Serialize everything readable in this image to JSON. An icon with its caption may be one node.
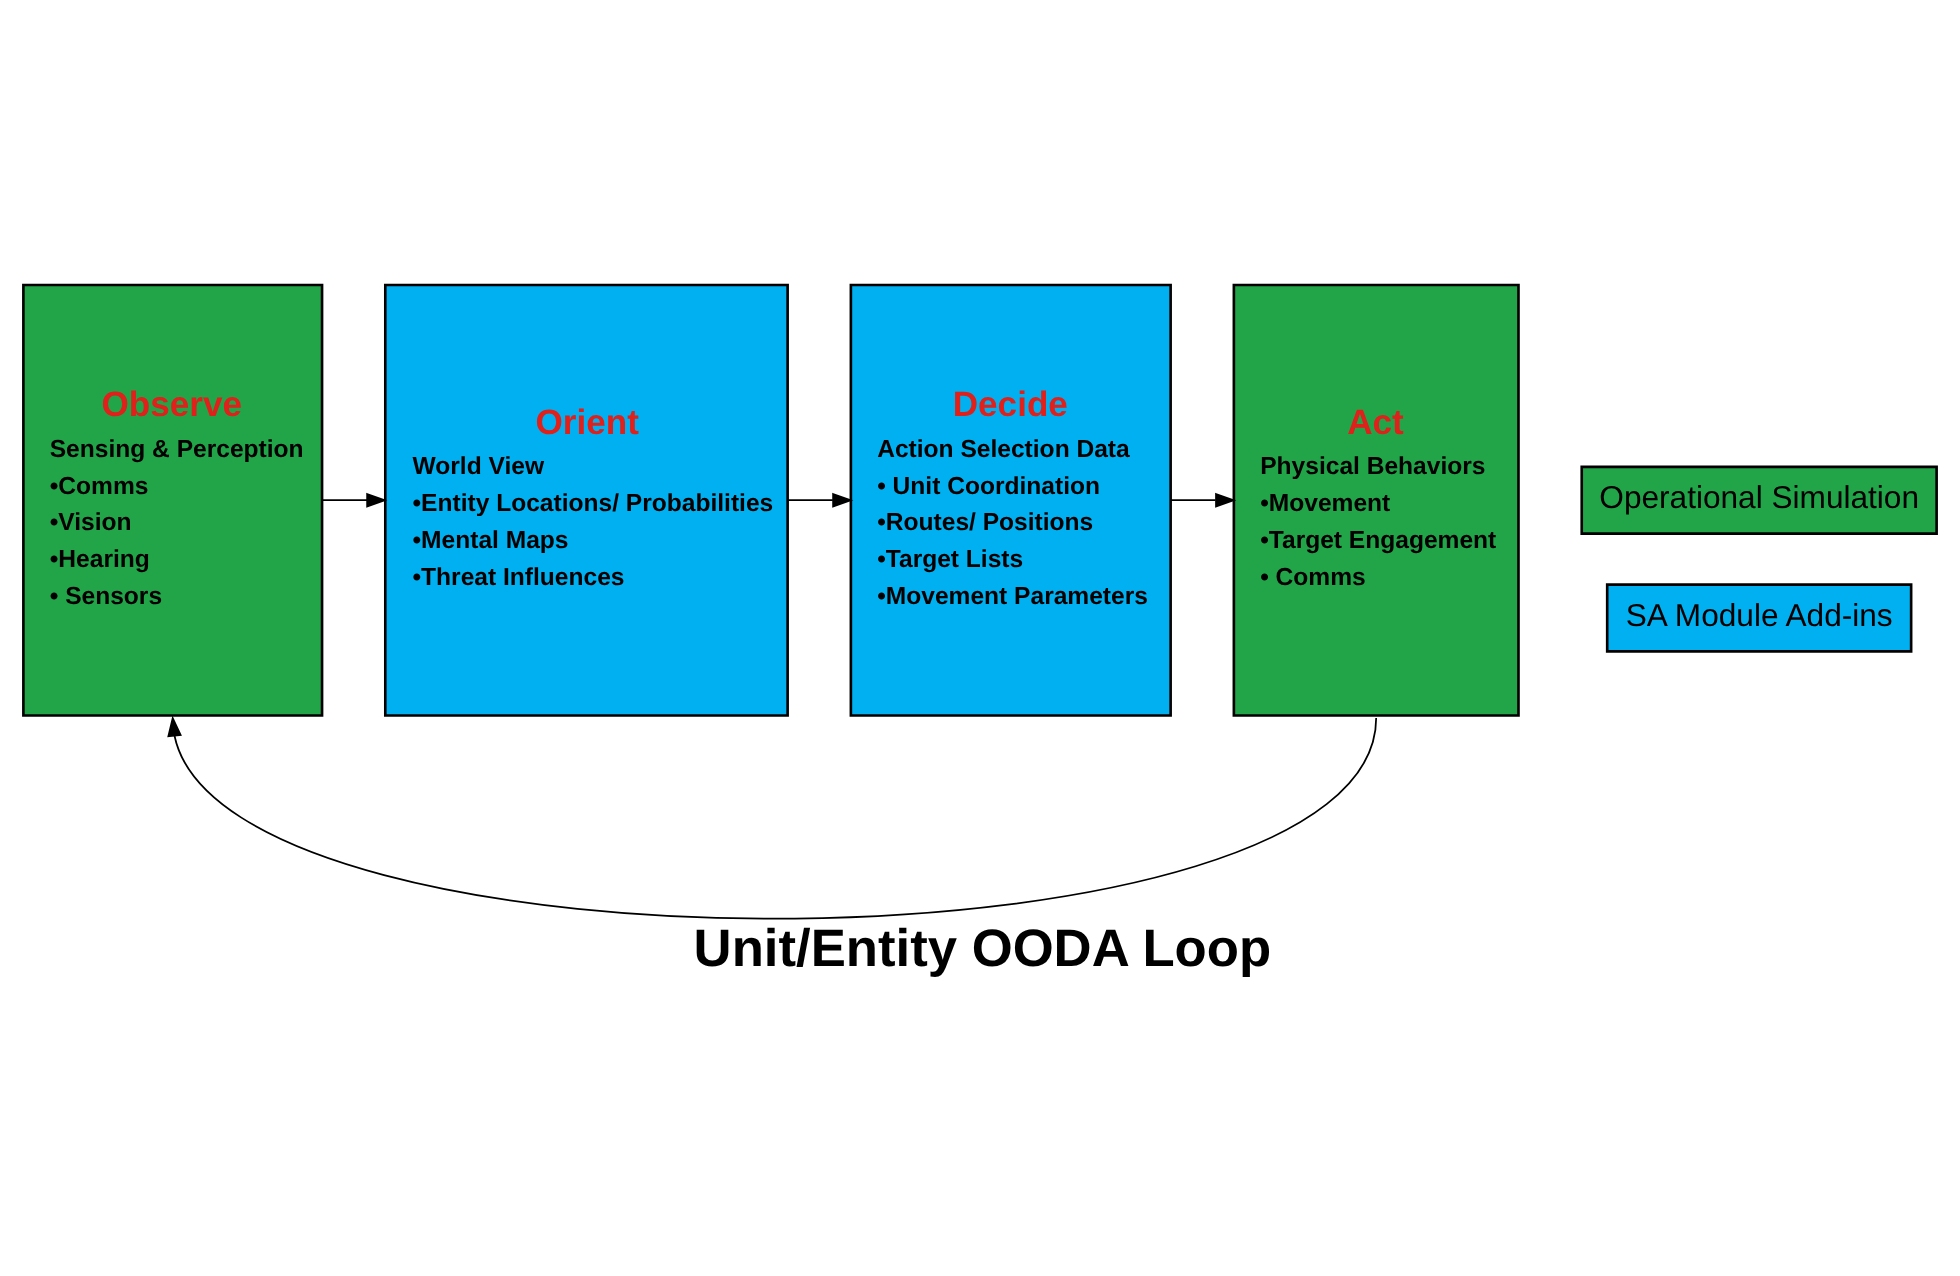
{
  "diagram": {
    "title": "Unit/Entity OODA Loop",
    "nodes": [
      {
        "text": [
          "Observe",
          "Sensing & Perception",
          "•Comms",
          "•Vision",
          "•Hearing",
          "• Sensors"
        ]
      },
      {
        "text": [
          "Orient",
          "World View",
          "•Entity Locations/ Probabilities",
          "•Mental Maps",
          "•Threat Influences"
        ]
      },
      {
        "text": [
          "Decide",
          "Action Selection Data",
          "• Unit Coordination",
          "•Routes/ Positions",
          "•Target Lists",
          "•Movement Parameters"
        ]
      },
      {
        "text": [
          "Act",
          "Physical Behaviors",
          "•Movement",
          "•Target Engagement",
          "• Comms"
        ]
      }
    ],
    "edges": [
      {
        "from": 0,
        "to": 1,
        "arrow": "to"
      },
      {
        "from": 1,
        "to": 2,
        "arrow": "to"
      },
      {
        "from": 2,
        "to": 3,
        "arrow": "to"
      },
      {
        "from": 3,
        "to": 0,
        "arrow": "to"
      }
    ],
    "legend": [
      {
        "text": "Operational Simulation",
        "color": "#22a548"
      },
      {
        "text": "SA Module Add-ins",
        "color": "#00b0f0"
      }
    ]
  }
}
